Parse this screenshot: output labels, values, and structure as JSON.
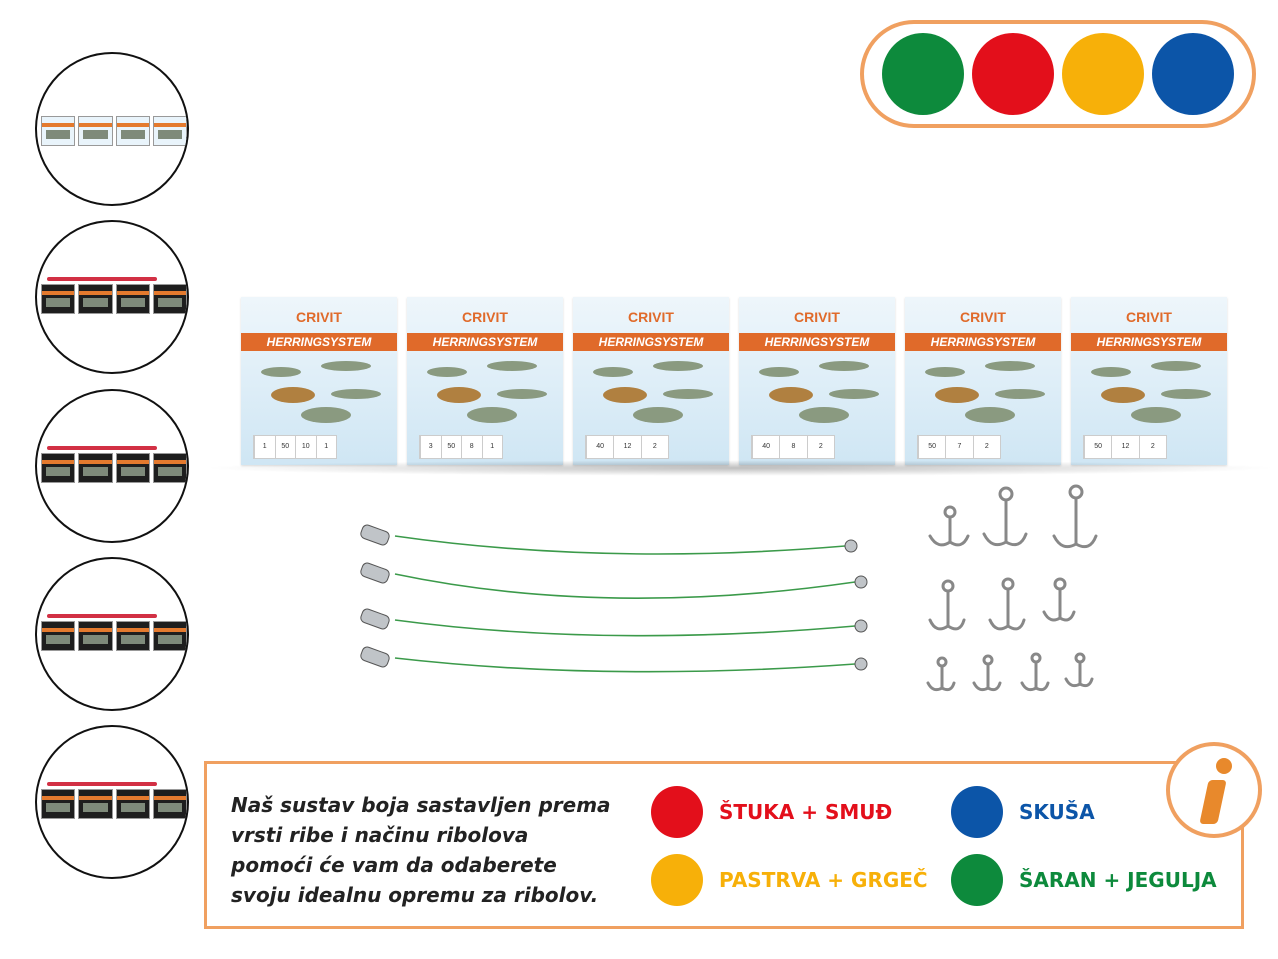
{
  "colors": {
    "green": "#0d8a3c",
    "red": "#e30f1b",
    "yellow": "#f7b009",
    "blue": "#0c55a8",
    "orange_border": "#f0a060"
  },
  "color_dots": [
    "green",
    "red",
    "yellow",
    "blue"
  ],
  "thumbnails": [
    {
      "name": "variant-1",
      "style": "light"
    },
    {
      "name": "variant-2",
      "style": "dark"
    },
    {
      "name": "variant-3",
      "style": "dark"
    },
    {
      "name": "variant-4",
      "style": "dark"
    },
    {
      "name": "variant-5",
      "style": "dark"
    }
  ],
  "packs": [
    {
      "brand": "CRIVIT",
      "title": "HERRINGSYSTEM",
      "table": [
        "1",
        "50",
        "10",
        "1"
      ]
    },
    {
      "brand": "CRIVIT",
      "title": "HERRINGSYSTEM",
      "table": [
        "3",
        "50",
        "8",
        "1"
      ]
    },
    {
      "brand": "CRIVIT",
      "title": "HERRINGSYSTEM",
      "table": [
        "40",
        "12",
        "2"
      ]
    },
    {
      "brand": "CRIVIT",
      "title": "HERRINGSYSTEM",
      "table": [
        "40",
        "8",
        "2"
      ]
    },
    {
      "brand": "CRIVIT",
      "title": "HERRINGSYSTEM",
      "table": [
        "50",
        "7",
        "2"
      ]
    },
    {
      "brand": "CRIVIT",
      "title": "HERRINGSYSTEM",
      "table": [
        "50",
        "12",
        "2"
      ]
    }
  ],
  "info": {
    "text": "Naš sustav boja sastavljen prema vrsti ribe i načinu ribolova pomoći će vam da odaberete svoju idealnu opremu za ribolov.",
    "legend": [
      {
        "label": "ŠTUKA + SMUĐ",
        "color": "#e30f1b"
      },
      {
        "label": "SKUŠA",
        "color": "#0c55a8"
      },
      {
        "label": "PASTRVA + GRGEČ",
        "color": "#f7b009"
      },
      {
        "label": "ŠARAN + JEGULJA",
        "color": "#0d8a3c"
      }
    ],
    "icon": "info-icon"
  }
}
